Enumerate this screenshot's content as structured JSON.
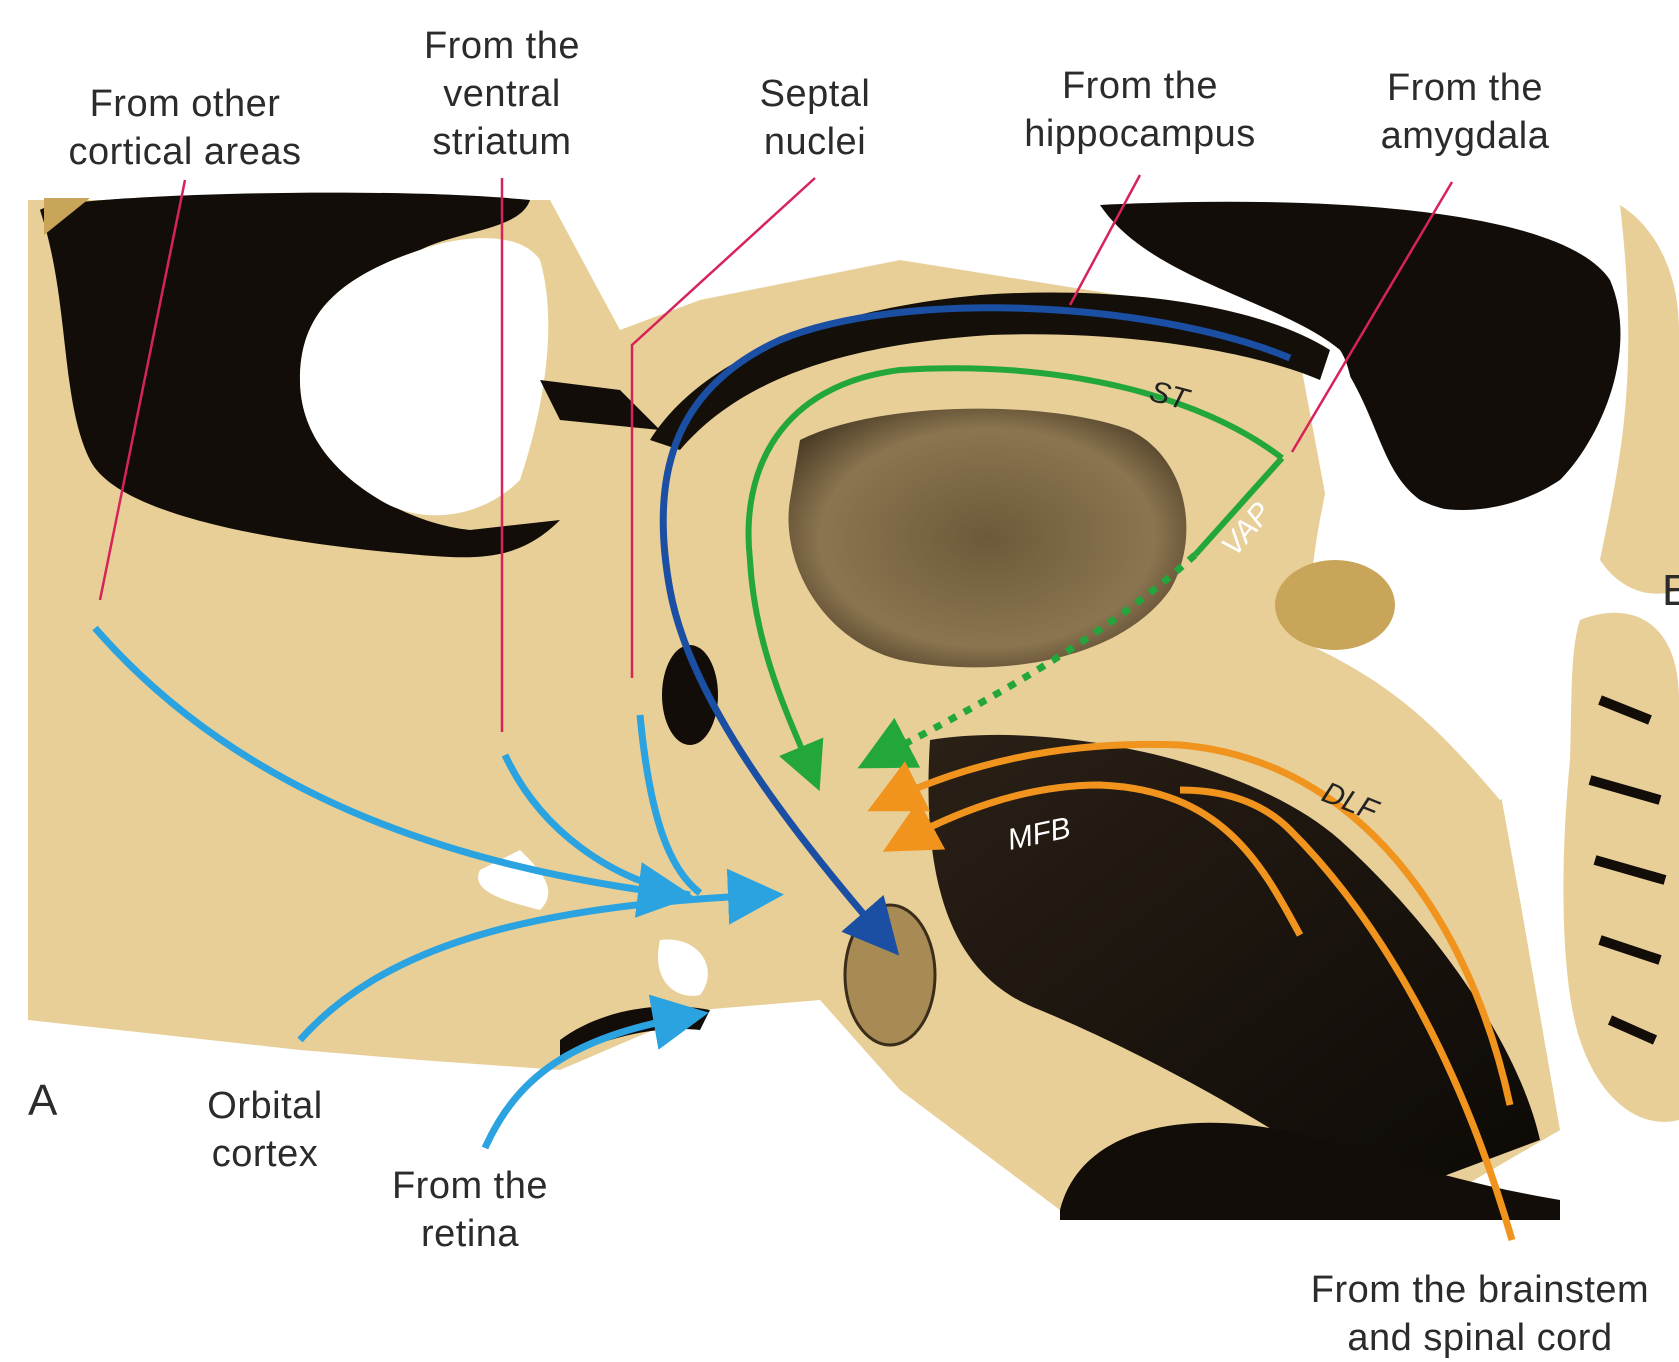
{
  "labels": {
    "cortical": [
      "From other",
      "cortical areas"
    ],
    "striatum": [
      "From the",
      "ventral",
      "striatum"
    ],
    "septal": [
      "Septal",
      "nuclei"
    ],
    "hippocampus": [
      "From the",
      "hippocampus"
    ],
    "amygdala": [
      "From the",
      "amygdala"
    ],
    "orbital": [
      "Orbital",
      "cortex"
    ],
    "retina": [
      "From the",
      "retina"
    ],
    "brainstem": [
      "From the brainstem",
      "and spinal cord"
    ]
  },
  "tracts": {
    "st": "ST",
    "vap": "VAP",
    "dlf": "DLF",
    "mfb": "MFB"
  },
  "panel": {
    "a": "A",
    "b": "E"
  },
  "colors": {
    "light_blue": "#2aa3e0",
    "dark_blue": "#1a4fa3",
    "green": "#23a63c",
    "orange": "#f0941e",
    "leader": "#d6245a",
    "tissue_light": "#e8cf98",
    "tissue_mid": "#c8a866",
    "tissue_dark": "#120d08"
  }
}
